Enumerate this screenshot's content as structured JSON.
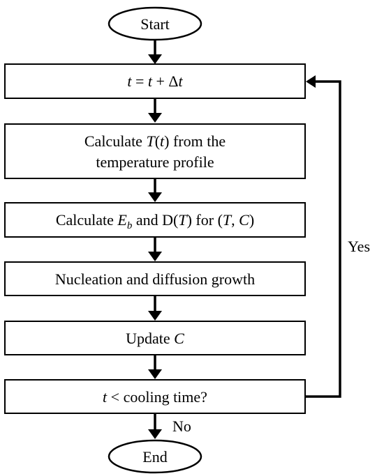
{
  "nodes": {
    "start": {
      "label": "Start"
    },
    "step": {
      "label": "t = t + Δt"
    },
    "calc_temp": {
      "line1": "Calculate T(t) from the",
      "line2": "temperature profile"
    },
    "calc_eb": {
      "label": "Calculate E_b and D(T) for (T, C)"
    },
    "nucleation": {
      "label": "Nucleation and diffusion growth"
    },
    "update": {
      "label": "Update C"
    },
    "decision": {
      "label": "t < cooling time?"
    },
    "end": {
      "label": "End"
    }
  },
  "edges": {
    "yes_label": "Yes",
    "no_label": "No"
  },
  "colors": {
    "stroke": "#000000",
    "fill": "#ffffff",
    "text": "#000000"
  }
}
